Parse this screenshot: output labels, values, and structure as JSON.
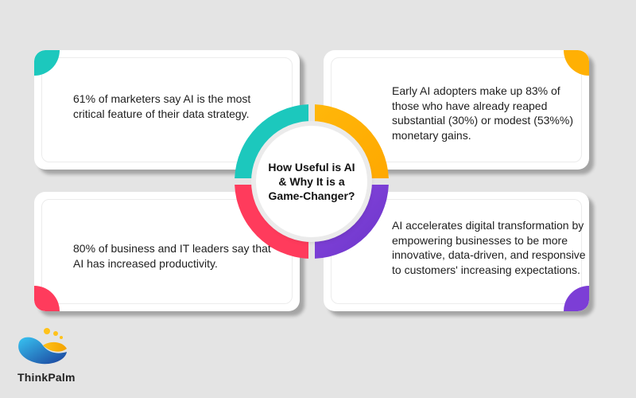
{
  "title": "How Useful is AI\n& Why It is a\nGame-Changer?",
  "colors": {
    "background": "#e4e4e4",
    "teal": "#1cc8bd",
    "orange": "#ffb004",
    "red": "#ff3b5c",
    "purple": "#7c3ed6"
  },
  "cards": [
    {
      "position": "top-left",
      "accent": "teal",
      "text": "61% of marketers say AI is the most critical feature of their data strategy."
    },
    {
      "position": "top-right",
      "accent": "orange",
      "text": "Early AI adopters make up 83% of those who have already reaped substantial (30%) or modest (53%%) monetary gains."
    },
    {
      "position": "bottom-left",
      "accent": "red",
      "text": "80% of business and IT leaders say that AI has increased productivity."
    },
    {
      "position": "bottom-right",
      "accent": "purple",
      "text": "AI accelerates digital transformation by empowering businesses to be more innovative, data-driven, and responsive to customers' increasing expectations."
    }
  ],
  "brand": {
    "name": "ThinkPalm",
    "icon": "thinkpalm-logo-icon"
  }
}
